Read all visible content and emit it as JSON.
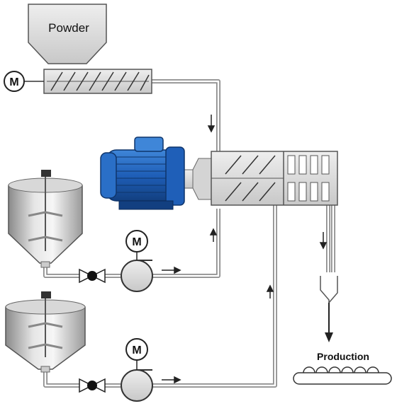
{
  "labels": {
    "powder": "Powder",
    "motor_symbol": "M",
    "production": "Production"
  },
  "colors": {
    "pipe": "#8c8c8c",
    "equipment_fill": "#dcdcdc",
    "equipment_stroke": "#555555",
    "motor_blue": "#1f5fb8",
    "motor_blue_dark": "#123f80",
    "motor_blue_light": "#3f86d8",
    "arrow": "#222222"
  },
  "icons": [
    "motor-icon",
    "valve-icon",
    "pump-icon",
    "mixing-tank-icon",
    "hopper-icon",
    "screw-feeder-icon",
    "extruder-icon",
    "conveyor-icon"
  ]
}
